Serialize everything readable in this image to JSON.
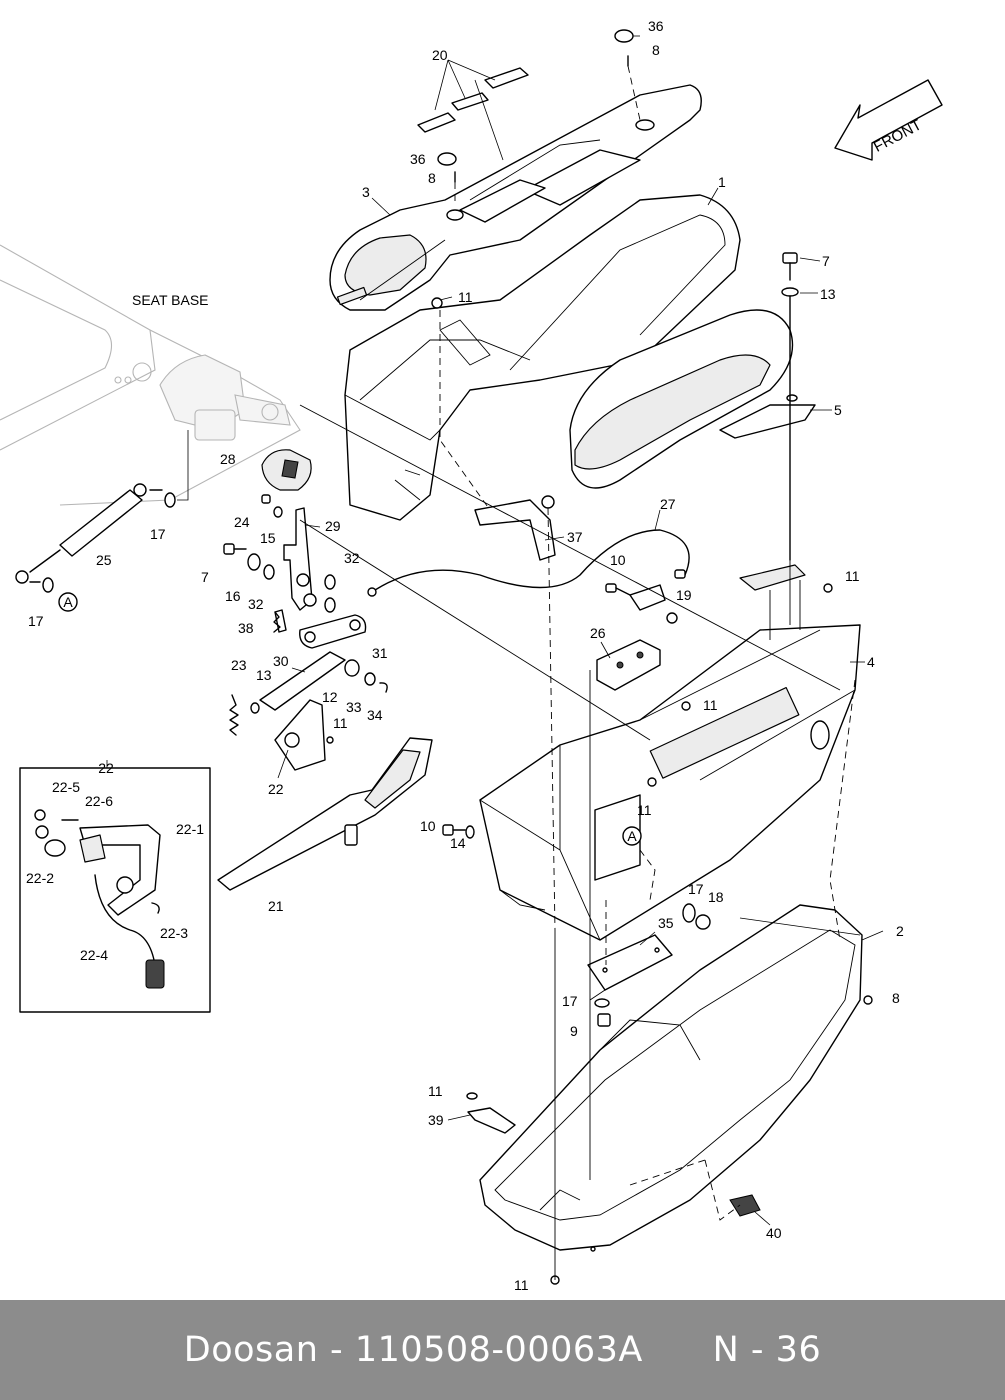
{
  "figure": {
    "seat_base_label": "SEAT BASE",
    "front_arrow_label": "FRONT",
    "detail_box_label": "22",
    "callouts": [
      {
        "key": "c36a",
        "text": "36"
      },
      {
        "key": "c8a",
        "text": "8"
      },
      {
        "key": "c20",
        "text": "20"
      },
      {
        "key": "c36b",
        "text": "36"
      },
      {
        "key": "c8b",
        "text": "8"
      },
      {
        "key": "c3",
        "text": "3"
      },
      {
        "key": "c1",
        "text": "1"
      },
      {
        "key": "c7a",
        "text": "7"
      },
      {
        "key": "c13a",
        "text": "13"
      },
      {
        "key": "c11a",
        "text": "11"
      },
      {
        "key": "c5",
        "text": "5"
      },
      {
        "key": "c28",
        "text": "28"
      },
      {
        "key": "c24",
        "text": "24"
      },
      {
        "key": "c15",
        "text": "15"
      },
      {
        "key": "c29",
        "text": "29"
      },
      {
        "key": "c17a",
        "text": "17"
      },
      {
        "key": "c27",
        "text": "27"
      },
      {
        "key": "c37",
        "text": "37"
      },
      {
        "key": "c25",
        "text": "25"
      },
      {
        "key": "c7b",
        "text": "7"
      },
      {
        "key": "c16",
        "text": "16"
      },
      {
        "key": "c32a",
        "text": "32"
      },
      {
        "key": "c32b",
        "text": "32"
      },
      {
        "key": "c10a",
        "text": "10"
      },
      {
        "key": "c11b",
        "text": "11"
      },
      {
        "key": "c19",
        "text": "19"
      },
      {
        "key": "c17b",
        "text": "17"
      },
      {
        "key": "c38",
        "text": "38"
      },
      {
        "key": "c31",
        "text": "31"
      },
      {
        "key": "c4",
        "text": "4"
      },
      {
        "key": "c26",
        "text": "26"
      },
      {
        "key": "c30",
        "text": "30"
      },
      {
        "key": "c23",
        "text": "23"
      },
      {
        "key": "c13b",
        "text": "13"
      },
      {
        "key": "c12",
        "text": "12"
      },
      {
        "key": "c33",
        "text": "33"
      },
      {
        "key": "c34",
        "text": "34"
      },
      {
        "key": "c11c",
        "text": "11"
      },
      {
        "key": "c11d",
        "text": "11"
      },
      {
        "key": "c22a",
        "text": "22"
      },
      {
        "key": "c11e",
        "text": "11"
      },
      {
        "key": "c10b",
        "text": "10"
      },
      {
        "key": "c14",
        "text": "14"
      },
      {
        "key": "c225",
        "text": "22-5"
      },
      {
        "key": "c226",
        "text": "22-6"
      },
      {
        "key": "c221",
        "text": "22-1"
      },
      {
        "key": "c222",
        "text": "22-2"
      },
      {
        "key": "c223",
        "text": "22-3"
      },
      {
        "key": "c224",
        "text": "22-4"
      },
      {
        "key": "c21",
        "text": "21"
      },
      {
        "key": "c17c",
        "text": "17"
      },
      {
        "key": "c18",
        "text": "18"
      },
      {
        "key": "c35",
        "text": "35"
      },
      {
        "key": "c2",
        "text": "2"
      },
      {
        "key": "c17d",
        "text": "17"
      },
      {
        "key": "c8c",
        "text": "8"
      },
      {
        "key": "c9",
        "text": "9"
      },
      {
        "key": "c11f",
        "text": "11"
      },
      {
        "key": "c39",
        "text": "39"
      },
      {
        "key": "c40",
        "text": "40"
      },
      {
        "key": "c11g",
        "text": "11"
      }
    ],
    "ref_marks": [
      {
        "key": "refA1",
        "text": "A"
      },
      {
        "key": "refA2",
        "text": "A"
      }
    ]
  },
  "footer": {
    "brand": "Doosan",
    "separator": " - ",
    "part_number": "110508-00063A",
    "page_ref": "N - 36"
  },
  "colors": {
    "footer_bg": "#8c8c8c",
    "footer_text": "#ffffff",
    "line": "#000000",
    "ghost_line": "#b5b5b5"
  }
}
